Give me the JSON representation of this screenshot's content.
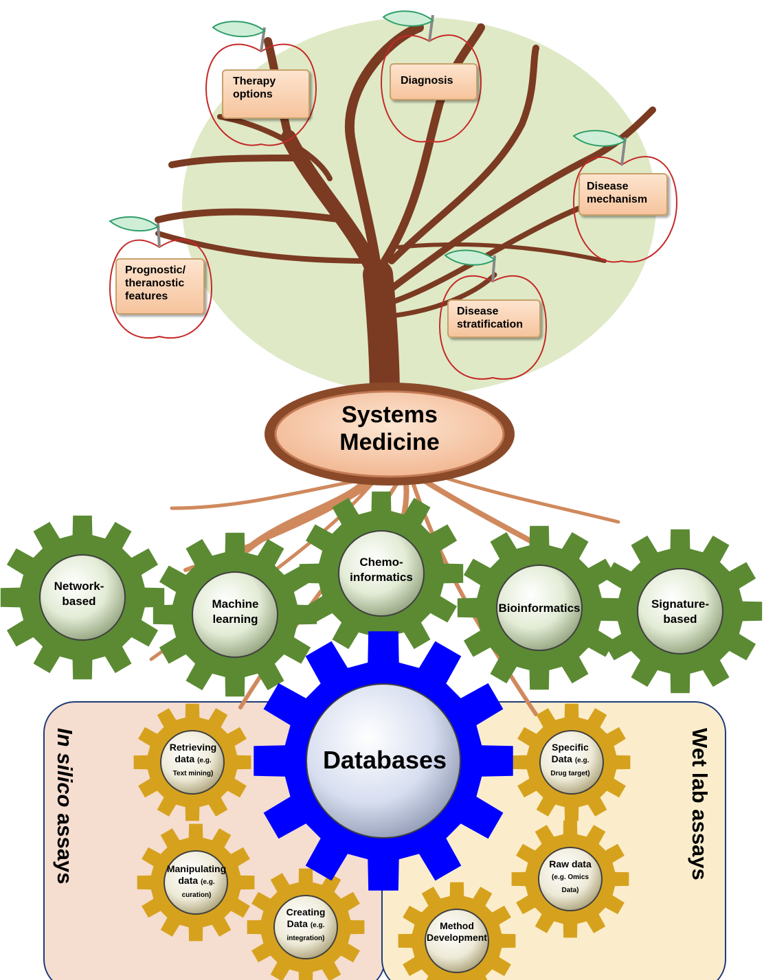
{
  "tree": {
    "apples": [
      {
        "id": "therapy",
        "lines": [
          "Therapy",
          "options"
        ]
      },
      {
        "id": "diagnosis",
        "lines": [
          "Diagnosis"
        ]
      },
      {
        "id": "mechanism",
        "lines": [
          "Disease",
          "mechanism"
        ]
      },
      {
        "id": "prognostic",
        "lines": [
          "Prognostic/",
          "theranostic",
          "features"
        ]
      },
      {
        "id": "stratification",
        "lines": [
          "Disease",
          "stratification"
        ]
      }
    ]
  },
  "center": {
    "line1": "Systems",
    "line2": "Medicine"
  },
  "green_gears": [
    {
      "line1": "Network-",
      "line2": "based"
    },
    {
      "line1": "Machine",
      "line2": "learning"
    },
    {
      "line1": "Chemo-",
      "line2": "informatics"
    },
    {
      "line1": "Bioinformatics",
      "line2": ""
    },
    {
      "line1": "Signature-",
      "line2": "based"
    }
  ],
  "hub": {
    "label": "Databases"
  },
  "panels": {
    "left_title_italic": "In silico",
    "left_title_rest": " assays",
    "right_title": "Wet lab assays"
  },
  "gold_gears": [
    {
      "main1": "Retrieving",
      "main2": "data",
      "note": "(e.g.",
      "note2": "Text mining)"
    },
    {
      "main1": "Manipulating",
      "main2": "data",
      "note": "(e.g.",
      "note2": "curation)"
    },
    {
      "main1": "Creating",
      "main2": "Data",
      "note": "(e.g.",
      "note2": "integration)"
    },
    {
      "main1": "Specific",
      "main2": "Data",
      "note": "(e.g.",
      "note2": "Drug target)"
    },
    {
      "main1": "Raw data",
      "main2": "",
      "note": "(e.g. Omics",
      "note2": "Data)"
    },
    {
      "main1": "Method",
      "main2": "Development",
      "note": "",
      "note2": ""
    }
  ],
  "colors": {
    "canopy": "#dfe9c6",
    "trunk": "#7b3a22",
    "roots": "#d0895d",
    "green_gear": "#5b8a33",
    "blue_gear": "#0000ff",
    "gold_gear": "#d6a21e",
    "left_panel": "#f5ddcf",
    "right_panel": "#fbedcc",
    "panel_border": "#1f3a7a",
    "apple_outline": "#c62828",
    "leaf": "#2e9e6a"
  }
}
